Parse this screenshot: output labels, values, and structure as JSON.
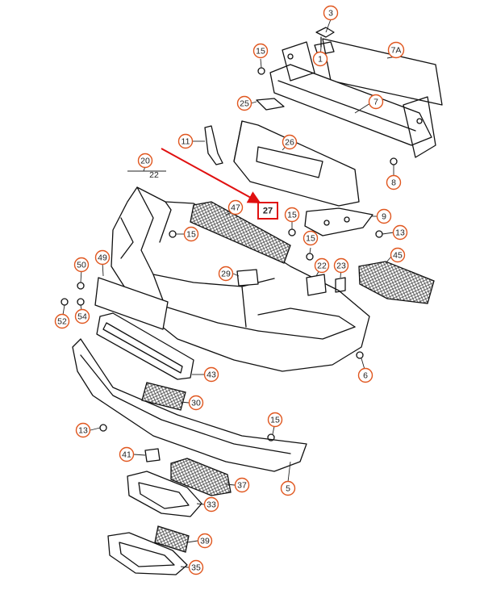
{
  "callouts": [
    {
      "label": "3"
    },
    {
      "label": "1"
    },
    {
      "label": "15"
    },
    {
      "label": "7A"
    },
    {
      "label": "25"
    },
    {
      "label": "7"
    },
    {
      "label": "11"
    },
    {
      "label": "26"
    },
    {
      "label": "8"
    },
    {
      "label": "20"
    },
    {
      "label": "22"
    },
    {
      "label": "47"
    },
    {
      "label": "27"
    },
    {
      "label": "15"
    },
    {
      "label": "9"
    },
    {
      "label": "13"
    },
    {
      "label": "15"
    },
    {
      "label": "15"
    },
    {
      "label": "50"
    },
    {
      "label": "49"
    },
    {
      "label": "29"
    },
    {
      "label": "22"
    },
    {
      "label": "23"
    },
    {
      "label": "45"
    },
    {
      "label": "52"
    },
    {
      "label": "54"
    },
    {
      "label": "43"
    },
    {
      "label": "6"
    },
    {
      "label": "30"
    },
    {
      "label": "13"
    },
    {
      "label": "15"
    },
    {
      "label": "41"
    },
    {
      "label": "5"
    },
    {
      "label": "37"
    },
    {
      "label": "33"
    },
    {
      "label": "39"
    },
    {
      "label": "35"
    }
  ],
  "highlight": {
    "label": "27",
    "color": "#e01010"
  },
  "colors": {
    "callout_border": "#e0561e",
    "arrow": "#e01010",
    "line": "#111111"
  }
}
